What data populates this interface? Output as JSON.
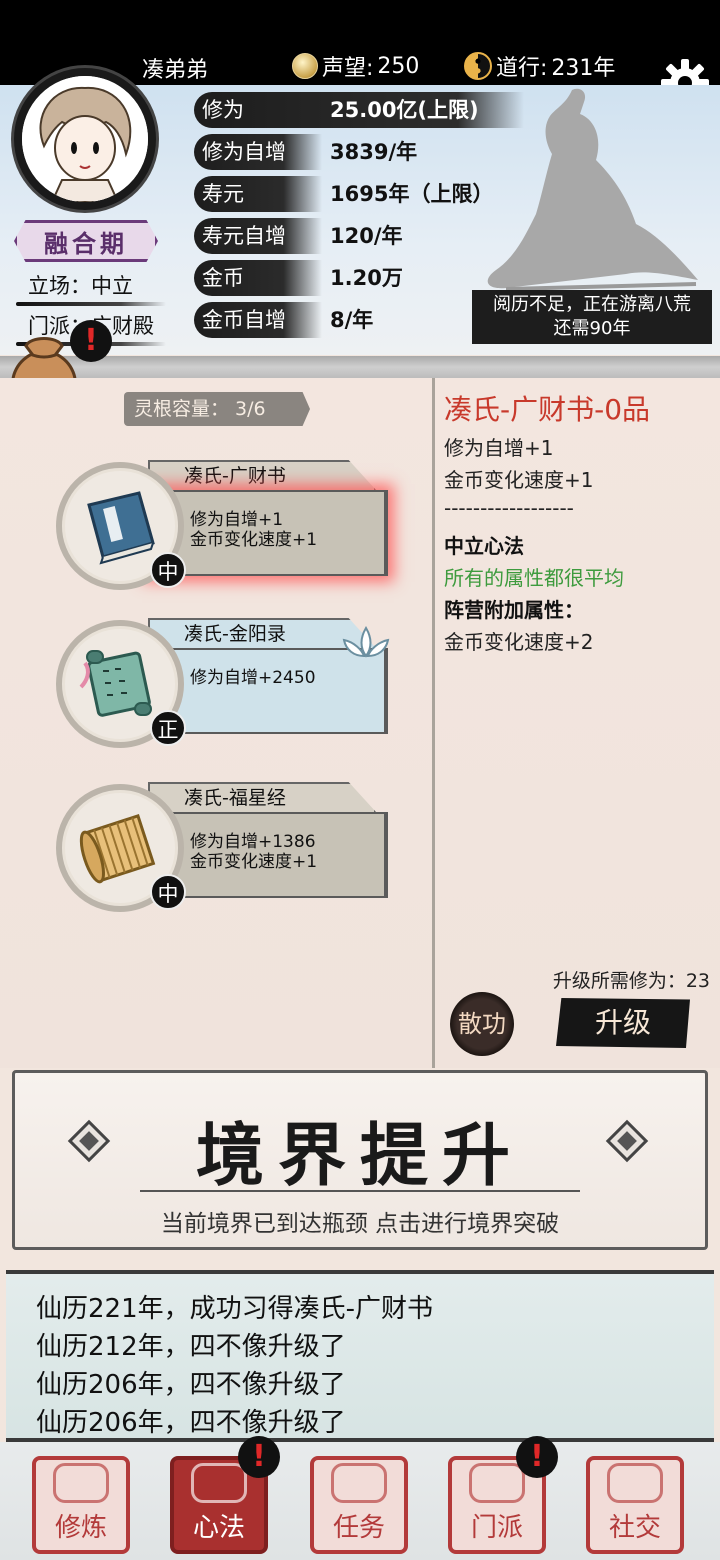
{
  "player": {
    "name": "凑弟弟",
    "reputation_label": "声望:",
    "reputation_value": "250",
    "dao_label": "道行:",
    "dao_value": "231年",
    "realm": "融合期",
    "stance": "立场：中立",
    "sect": "门派：广财殿"
  },
  "stats": [
    {
      "label": "修为",
      "value": "25.00亿(上限)"
    },
    {
      "label": "修为自增",
      "value": "3839/年"
    },
    {
      "label": "寿元",
      "value": "1695年（上限）"
    },
    {
      "label": "寿元自增",
      "value": "120/年"
    },
    {
      "label": "金币",
      "value": "1.20万"
    },
    {
      "label": "金币自增",
      "value": "8/年"
    }
  ],
  "wander": {
    "line1": "阅历不足，正在游离八荒",
    "line2": "还需90年"
  },
  "capacity": "灵根容量： 3/6",
  "skills": [
    {
      "name": "凑氏-广财书",
      "line1": "修为自增+1",
      "line2": "金币变化速度+1",
      "grade": "中",
      "icon": "book-icon"
    },
    {
      "name": "凑氏-金阳录",
      "line1": "修为自增+2450",
      "line2": "",
      "grade": "正",
      "icon": "scroll-icon"
    },
    {
      "name": "凑氏-福星经",
      "line1": "修为自增+1386",
      "line2": "金币变化速度+1",
      "grade": "中",
      "icon": "bamboo-scroll-icon"
    }
  ],
  "detail": {
    "title": "凑氏-广财书-0品",
    "effect1": "修为自增+1",
    "effect2": "金币变化速度+1",
    "separator": "------------------",
    "method_title": "中立心法",
    "method_desc": "所有的属性都很平均",
    "faction_title": "阵营附加属性：",
    "faction_effect": "金币变化速度+2"
  },
  "upgrade": {
    "requirement": "升级所需修为：23",
    "dissipate_label": "散功",
    "upgrade_label": "升级"
  },
  "breakthrough": {
    "title": "境界提升",
    "subtitle": "当前境界已到达瓶颈 点击进行境界突破"
  },
  "log": [
    "仙历221年，成功习得凑氏-广财书",
    "仙历212年，四不像升级了",
    "仙历206年，四不像升级了",
    "仙历206年，四不像升级了"
  ],
  "nav": [
    {
      "label": "修炼",
      "active": false
    },
    {
      "label": "心法",
      "active": true
    },
    {
      "label": "任务",
      "active": false
    },
    {
      "label": "门派",
      "active": false
    },
    {
      "label": "社交",
      "active": false
    }
  ],
  "alert_mark": "!",
  "colors": {
    "accent_red": "#c8392b",
    "nav_red": "#b33a3a",
    "green_text": "#3e9b3e",
    "realm_purple": "#6b3a7a"
  }
}
